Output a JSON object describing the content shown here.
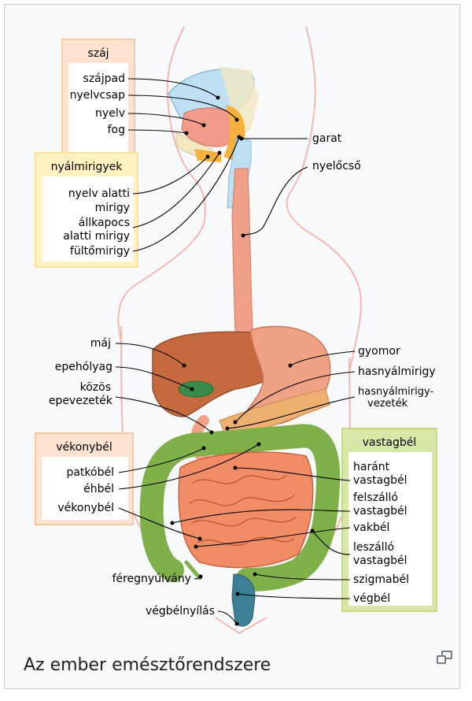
{
  "caption": "Az ember emésztőrendszere",
  "groups": {
    "mouth": {
      "title": "száj",
      "items": [
        "szájpad",
        "nyelvcsap",
        "nyelv",
        "fog"
      ]
    },
    "salivary": {
      "title": "nyálmirigyek",
      "items": [
        "nyelv alatti",
        "mirigy",
        "állkapocs",
        "alatti mirigy",
        "fültőmirigy"
      ]
    },
    "small_intestine": {
      "title": "vékonybél",
      "items": [
        "patkóbél",
        "éhbél",
        "vékonybél"
      ]
    },
    "large_intestine": {
      "title": "vastagbél",
      "items": [
        "haránt",
        "vastagbél",
        "felszálló",
        "vastagbél",
        "vakbél",
        "leszálló",
        "vastagbél",
        "szigmabél",
        "végbél"
      ]
    }
  },
  "labels_right": [
    "garat",
    "nyelőcső",
    "gyomor",
    "hasnyálmirigy",
    "hasnyálmirigy-",
    "vezeték"
  ],
  "labels_left": [
    "máj",
    "epehólyag",
    "közös",
    "epevezeték",
    "féregnyúlvány",
    "végbélnyílás"
  ],
  "colors": {
    "mouth_box_fill": "#fde3d0",
    "mouth_box_border": "#f9c9a6",
    "salivary_box_fill": "#fff2c0",
    "salivary_box_border": "#f7e39a",
    "small_box_fill": "#fde3d0",
    "large_box_fill": "#d8e6a8",
    "large_box_border": "#c6da86",
    "body_outline": "#f6b8b0",
    "liver": "#c56a3e",
    "stomach": "#f0a284",
    "small_intestine": "#f08d67",
    "colon": "#7fb04a",
    "rectum": "#3d7f95",
    "esophagus": "#f0a088",
    "pancreas": "#eeb070"
  },
  "icons": {
    "enlarge": "enlarge-icon"
  }
}
